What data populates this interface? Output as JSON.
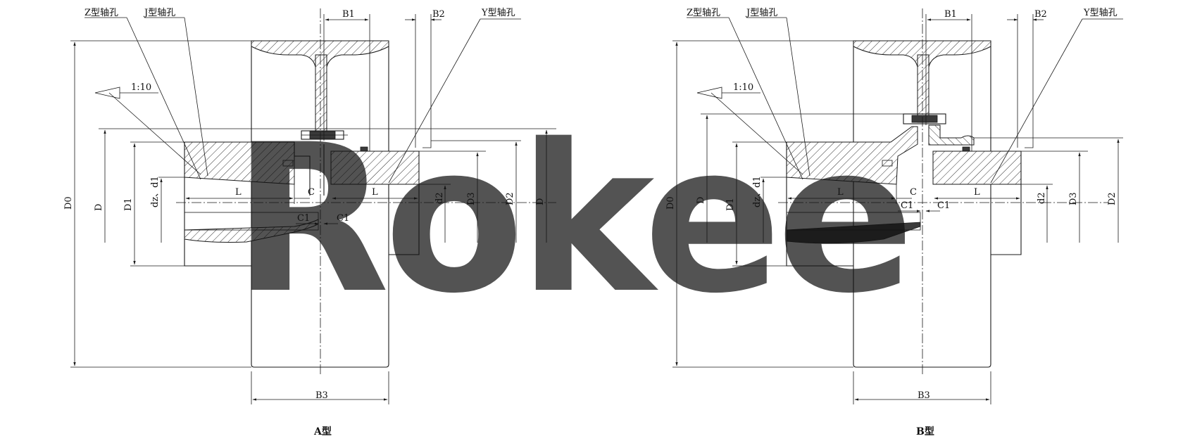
{
  "watermark": {
    "text": "Rokee",
    "color": "#c9dcee",
    "accent": "#f7d8b8"
  },
  "views": [
    {
      "title": "A型",
      "labels": {
        "z_bore": "Z型轴孔",
        "j_bore": "J型轴孔",
        "y_bore": "Y型轴孔",
        "taper": "1:10",
        "B1": "B1",
        "B2": "B2",
        "B3": "B3",
        "D0": "D0",
        "D": "D",
        "D1": "D1",
        "D2": "D2",
        "D3": "D3",
        "dz_d1": "dz、d1",
        "d2": "d2",
        "L_left": "L",
        "L_right": "L",
        "C": "C",
        "C1_left": "C1",
        "C1_right": "C1"
      }
    },
    {
      "title": "B型",
      "labels": {
        "z_bore": "Z型轴孔",
        "j_bore": "J型轴孔",
        "y_bore": "Y型轴孔",
        "taper": "1:10",
        "B1": "B1",
        "B2": "B2",
        "B3": "B3",
        "D0": "D0",
        "D": "D",
        "D1": "D1",
        "D2": "D2",
        "D3": "D3",
        "dz_d1": "dz、d1",
        "d2": "d2",
        "L_left": "L",
        "L_right": "L",
        "C": "C",
        "C1_left": "C1",
        "C1_right": "C1"
      }
    }
  ]
}
